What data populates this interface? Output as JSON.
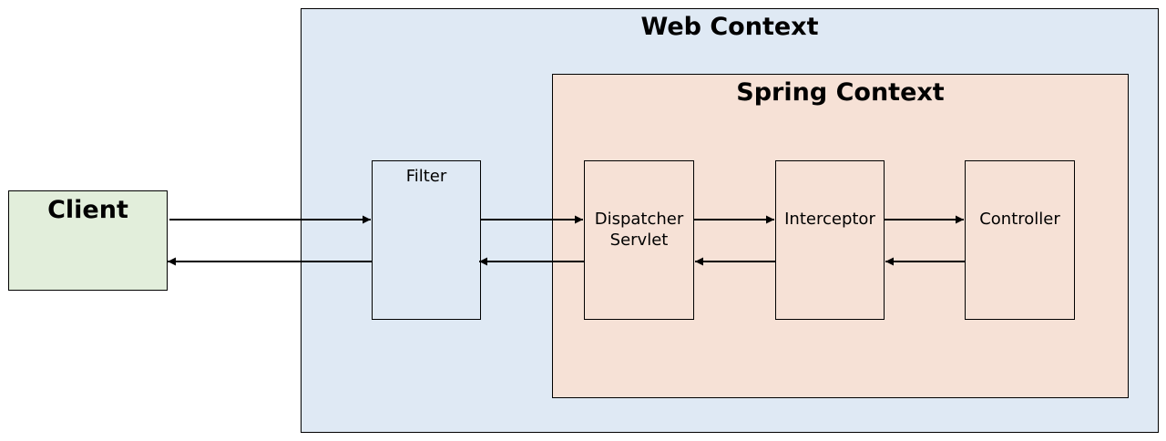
{
  "web_context": {
    "title": "Web Context"
  },
  "spring_context": {
    "title": "Spring Context"
  },
  "client": {
    "label": "Client"
  },
  "filter": {
    "label": "Filter"
  },
  "dispatcher_servlet": {
    "label": "Dispatcher\nServlet"
  },
  "interceptor": {
    "label": "Interceptor"
  },
  "controller": {
    "label": "Controller"
  },
  "colors": {
    "web_context_fill": "#dfe9f4",
    "spring_context_fill": "#f6e1d6",
    "client_fill": "#e2eedb",
    "border": "#000000"
  },
  "flows": [
    {
      "from": "Client",
      "to": "Filter",
      "direction": "request"
    },
    {
      "from": "Filter",
      "to": "Dispatcher Servlet",
      "direction": "request"
    },
    {
      "from": "Dispatcher Servlet",
      "to": "Interceptor",
      "direction": "request"
    },
    {
      "from": "Interceptor",
      "to": "Controller",
      "direction": "request"
    },
    {
      "from": "Controller",
      "to": "Interceptor",
      "direction": "response"
    },
    {
      "from": "Interceptor",
      "to": "Dispatcher Servlet",
      "direction": "response"
    },
    {
      "from": "Dispatcher Servlet",
      "to": "Filter",
      "direction": "response"
    },
    {
      "from": "Filter",
      "to": "Client",
      "direction": "response"
    }
  ]
}
